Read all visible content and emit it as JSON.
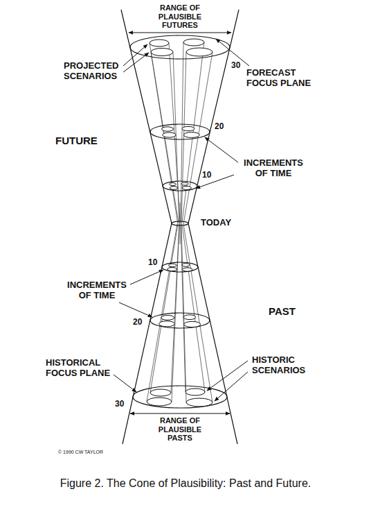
{
  "diagram": {
    "caption": "Figure 2. The Cone of Plausibility: Past and Future.",
    "labels": [
      "RANGE OF PLAUSIBLE FUTURES",
      "PROJECTED SCENARIOS",
      "FORECAST FOCUS PLANE",
      "30",
      "FUTURE",
      "20",
      "INCREMENTS OF TIME",
      "10",
      "TODAY",
      "10",
      "INCREMENTS OF TIME",
      "PAST",
      "20",
      "HISTORICAL FOCUS PLANE",
      "HISTORIC SCENARIOS",
      "30",
      "RANGE OF PLAUSIBLE PASTS",
      "© 1990 CW TAYLOR"
    ]
  }
}
